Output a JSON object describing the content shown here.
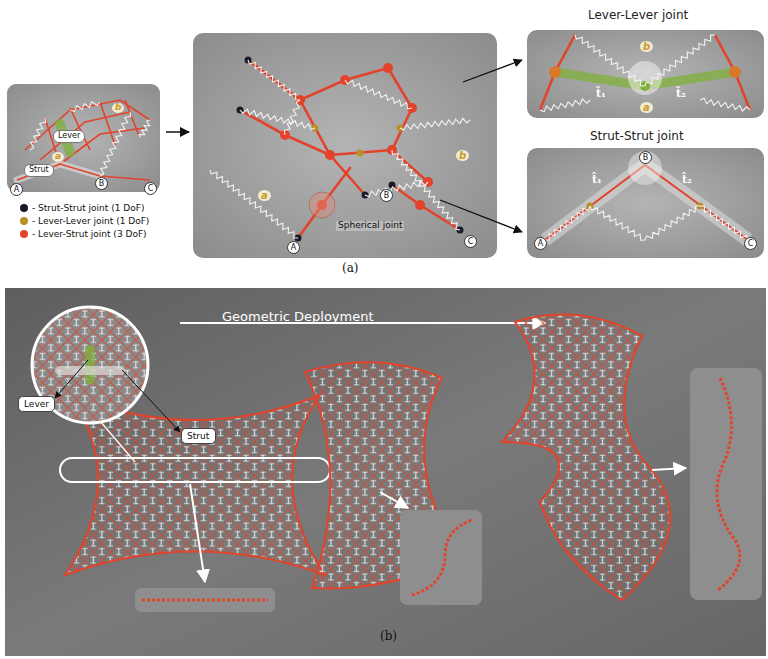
{
  "diagram": {
    "nodes": [
      {
        "text": [
          "Lever"
        ]
      },
      {
        "text": [
          "Strut"
        ]
      }
    ],
    "labels": [
      "Lever",
      "Strut",
      "A",
      "B",
      "C",
      "a",
      "b",
      "a",
      "b",
      "A",
      "B",
      "C",
      "Spherical joint",
      "(a)",
      "Lever-Lever joint",
      "b",
      "a",
      "t̂₁",
      "t̂₂",
      "Strut-Strut joint",
      "B",
      "A",
      "C",
      "t̂₁",
      "t̂₂",
      "Geometric Deployment",
      "(b)"
    ],
    "legend": [
      {
        "text": "- Strut-Strut joint (1 DoF)",
        "color": "#1b1b2a"
      },
      {
        "text": "- Lever-Lever joint (1 DoF)",
        "color": "#b8902a"
      },
      {
        "text": "- Lever-Strut joint (3 DoF)",
        "color": "#e2432a"
      }
    ]
  }
}
